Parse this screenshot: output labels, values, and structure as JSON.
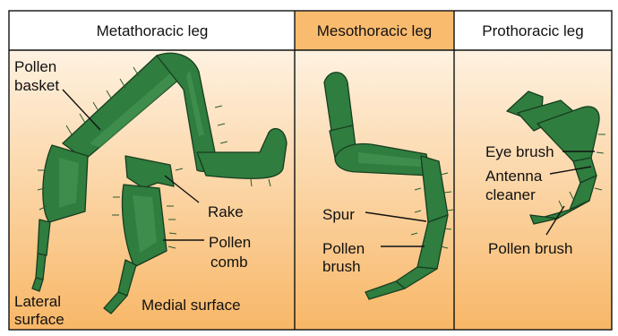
{
  "colors": {
    "gradient_top": "#fffaf2",
    "gradient_bottom": "#f8b767",
    "meso_header": "#f9bb6e",
    "white_header": "#ffffff",
    "leg_fill": "#2f7d3f",
    "leg_outline": "#173d1f",
    "border": "#111111"
  },
  "panels": {
    "metathoracic": {
      "header": "Metathoracic leg",
      "labels": {
        "pollen_basket_1": "Pollen",
        "pollen_basket_2": "basket",
        "rake": "Rake",
        "pollen_comb_1": "Pollen",
        "pollen_comb_2": "comb",
        "lateral_surface_1": "Lateral",
        "lateral_surface_2": "surface",
        "medial_surface": "Medial surface"
      }
    },
    "mesothoracic": {
      "header": "Mesothoracic leg",
      "labels": {
        "spur": "Spur",
        "pollen_brush_1": "Pollen",
        "pollen_brush_2": "brush"
      }
    },
    "prothoracic": {
      "header": "Prothoracic leg",
      "labels": {
        "eye_brush": "Eye brush",
        "antenna_cleaner_1": "Antenna",
        "antenna_cleaner_2": "cleaner",
        "pollen_brush": "Pollen brush"
      }
    }
  }
}
